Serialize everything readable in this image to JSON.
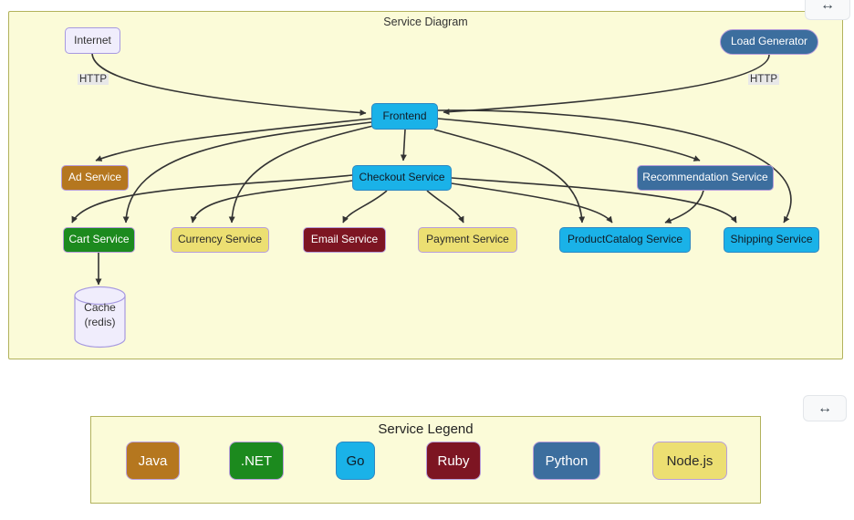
{
  "diagram": {
    "title": "Service Diagram",
    "nodes": {
      "internet": {
        "label": "Internet",
        "tech": "external",
        "shape": "rect"
      },
      "load_generator": {
        "label": "Load Generator",
        "tech": "python",
        "shape": "stadium"
      },
      "frontend": {
        "label": "Frontend",
        "tech": "go",
        "shape": "rect"
      },
      "ad": {
        "label": "Ad Service",
        "tech": "java",
        "shape": "rect"
      },
      "checkout": {
        "label": "Checkout Service",
        "tech": "go",
        "shape": "rect"
      },
      "recommendation": {
        "label": "Recommendation Service",
        "tech": "python",
        "shape": "rect"
      },
      "cart": {
        "label": "Cart Service",
        "tech": "dotnet",
        "shape": "rect"
      },
      "currency": {
        "label": "Currency Service",
        "tech": "nodejs",
        "shape": "rect"
      },
      "email": {
        "label": "Email Service",
        "tech": "ruby",
        "shape": "rect"
      },
      "payment": {
        "label": "Payment Service",
        "tech": "nodejs",
        "shape": "rect"
      },
      "productcatalog": {
        "label": "ProductCatalog Service",
        "tech": "go",
        "shape": "rect"
      },
      "shipping": {
        "label": "Shipping Service",
        "tech": "go",
        "shape": "rect"
      },
      "cache": {
        "label": "Cache\n(redis)",
        "tech": "external",
        "shape": "cylinder"
      }
    },
    "edge_labels": {
      "internet_http": "HTTP",
      "loadgen_http": "HTTP"
    },
    "edges": [
      {
        "from": "internet",
        "to": "frontend",
        "label": "HTTP"
      },
      {
        "from": "load_generator",
        "to": "frontend",
        "label": "HTTP"
      },
      {
        "from": "frontend",
        "to": "checkout",
        "label": ""
      },
      {
        "from": "frontend",
        "to": "ad",
        "label": ""
      },
      {
        "from": "frontend",
        "to": "cart",
        "label": ""
      },
      {
        "from": "frontend",
        "to": "currency",
        "label": ""
      },
      {
        "from": "frontend",
        "to": "recommendation",
        "label": ""
      },
      {
        "from": "frontend",
        "to": "productcatalog",
        "label": ""
      },
      {
        "from": "frontend",
        "to": "shipping",
        "label": ""
      },
      {
        "from": "checkout",
        "to": "cart",
        "label": ""
      },
      {
        "from": "checkout",
        "to": "currency",
        "label": ""
      },
      {
        "from": "checkout",
        "to": "email",
        "label": ""
      },
      {
        "from": "checkout",
        "to": "payment",
        "label": ""
      },
      {
        "from": "checkout",
        "to": "productcatalog",
        "label": ""
      },
      {
        "from": "checkout",
        "to": "shipping",
        "label": ""
      },
      {
        "from": "recommendation",
        "to": "productcatalog",
        "label": ""
      },
      {
        "from": "cart",
        "to": "cache",
        "label": ""
      }
    ]
  },
  "legend": {
    "title": "Service Legend",
    "items": [
      {
        "label": "Java",
        "color": "#b5771f"
      },
      {
        "label": ".NET",
        "color": "#1c8a1e"
      },
      {
        "label": "Go",
        "color": "#1ab2e8"
      },
      {
        "label": "Ruby",
        "color": "#7d1522"
      },
      {
        "label": "Python",
        "color": "#3c6e9e"
      },
      {
        "label": "Node.js",
        "color": "#ecdf72"
      }
    ]
  },
  "controls": {
    "expand_icon": "↔"
  },
  "colors": {
    "panel_fill": "#fbfbd8",
    "panel_border": "#b2b25c",
    "edge": "#333333",
    "edge_label_bg": "#e8e8e8",
    "external_fill": "#f0edfc",
    "external_border": "#a79ae0",
    "legend_item_border": "#b79ddb",
    "go_border": "#2d87c3"
  }
}
